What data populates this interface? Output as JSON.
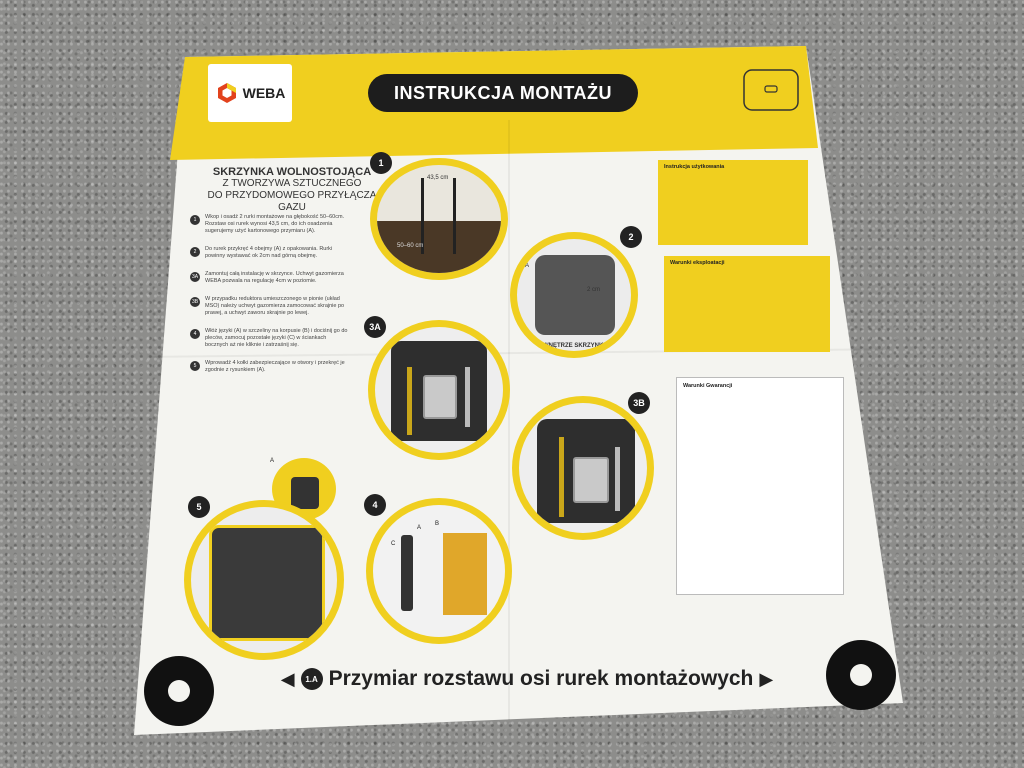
{
  "brand": {
    "logo_text": "WEBA",
    "accent_color": "#f0cf1f",
    "dark_color": "#1d1d1d"
  },
  "header": {
    "title": "INSTRUKCJA MONTAŻU"
  },
  "product": {
    "title": "SKRZYNKA WOLNOSTOJĄCA",
    "subtitle_line1": "Z TWORZYWA SZTUCZNEGO",
    "subtitle_line2": "DO PRZYDOMOWEGO PRZYŁĄCZA GAZU"
  },
  "steps": [
    {
      "badge": "1",
      "text": "Wkop i osadź 2 rurki montażowe na głębokość 50–60cm. Rozstaw osi rurek wynosi 43,5 cm, do ich osadzenia sugerujemy użyć kartonowego przymiaru (A)."
    },
    {
      "badge": "2",
      "text": "Do rurek przykręć 4 obejmy (A) z opakowania. Rurki powinny wystawać ok 2cm nad górną obejmę."
    },
    {
      "badge": "3A",
      "text": "Zamontuj całą instalację w skrzynce. Uchwyt gazomierza WEBA pozwala na regulację 4cm w poziomie."
    },
    {
      "badge": "3B",
      "text": "W przypadku reduktora umieszczonego w pionie (układ MSO) należy uchwyt gazomierza zamocować skrajnie po prawej, a uchwyt zaworu skrajnie po lewej."
    },
    {
      "badge": "4",
      "text": "Włóż języki (A) w szczeliny na korpusie (B) i dociśnij go do pleców, zamocuj pozostałe języki (C) w ściankach bocznych aż nie kliknie i zatrzaśnij się."
    },
    {
      "badge": "5",
      "text": "Wprowadź 4 kołki zabezpieczające w otwory i przekręć je zgodnie z rysunkiem (A)."
    }
  ],
  "figures": {
    "fig1": {
      "number": "1",
      "dim_top": "43,5 cm",
      "dim_side": "50–60 cm"
    },
    "fig2": {
      "number": "2",
      "label": "WNĘTRZE SKRZYNKI",
      "dim": "2 cm",
      "tag": "A"
    },
    "fig3a": {
      "number": "3A"
    },
    "fig3b": {
      "number": "3B"
    },
    "fig4": {
      "number": "4",
      "tag_a": "A",
      "tag_b": "B",
      "tag_c": "C"
    },
    "fig5": {
      "number": "5",
      "tag": "A"
    }
  },
  "info_boxes": {
    "usage": {
      "title": "Instrukcja użytkowania",
      "text": "",
      "text2": ""
    },
    "operation": {
      "title": "Warunki eksploatacji",
      "text": "",
      "text2": ""
    },
    "warranty": {
      "title": "Warunki Gwarancji",
      "text": ""
    }
  },
  "footer": {
    "badge": "1.A",
    "caption": "Przymiar rozstawu osi rurek montażowych",
    "arrow_left": "◀",
    "arrow_right": "▶"
  }
}
